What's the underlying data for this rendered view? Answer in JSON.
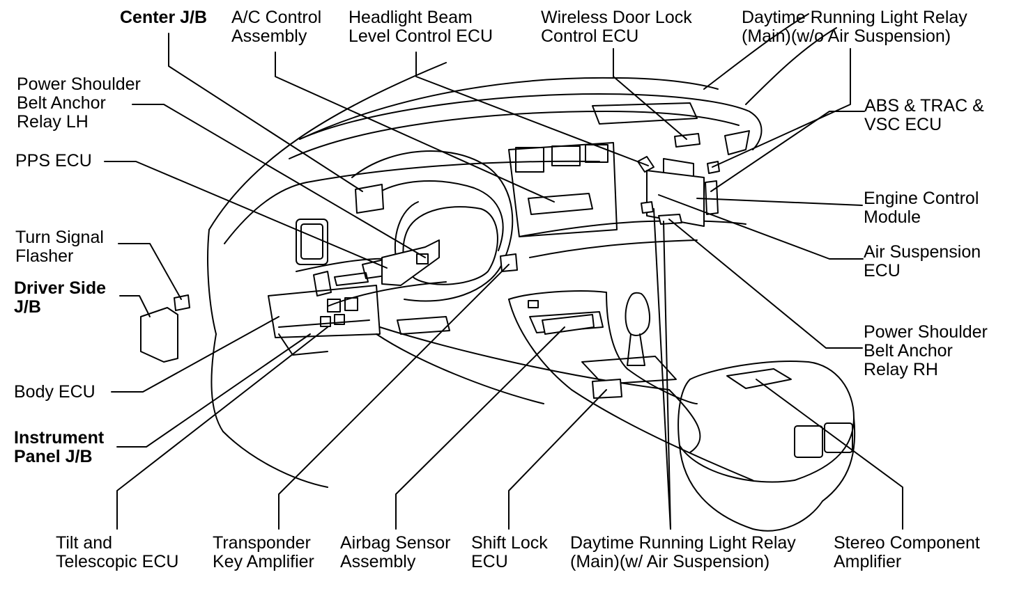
{
  "labels": {
    "center_jb": [
      "Center J/B"
    ],
    "ac_control": [
      "A/C Control",
      "Assembly"
    ],
    "headlight_ecu": [
      "Headlight Beam",
      "Level Control ECU"
    ],
    "wireless_door_lock": [
      "Wireless Door Lock",
      "Control ECU"
    ],
    "drl_relay_wo_air": [
      "Daytime Running Light Relay",
      "(Main)(w/o Air Suspension)"
    ],
    "psba_relay_lh": [
      "Power Shoulder",
      "Belt Anchor",
      "Relay LH"
    ],
    "abs_trac_vsc": [
      "ABS & TRAC &",
      "VSC ECU"
    ],
    "pps_ecu": [
      "PPS ECU"
    ],
    "engine_control_module": [
      "Engine Control",
      "Module"
    ],
    "turn_signal_flasher": [
      "Turn Signal",
      "Flasher"
    ],
    "air_suspension_ecu": [
      "Air Suspension",
      "ECU"
    ],
    "driver_side_jb": [
      "Driver Side",
      "J/B"
    ],
    "psba_relay_rh": [
      "Power Shoulder",
      "Belt Anchor",
      "Relay RH"
    ],
    "body_ecu": [
      "Body ECU"
    ],
    "instrument_panel_jb": [
      "Instrument",
      "Panel J/B"
    ],
    "tilt_telescopic_ecu": [
      "Tilt and",
      "Telescopic ECU"
    ],
    "transponder_key_amp": [
      "Transponder",
      "Key Amplifier"
    ],
    "airbag_sensor": [
      "Airbag Sensor",
      "Assembly"
    ],
    "shift_lock_ecu": [
      "Shift Lock",
      "ECU"
    ],
    "drl_relay_w_air": [
      "Daytime Running Light Relay",
      "(Main)(w/ Air Suspension)"
    ],
    "stereo_amp": [
      "Stereo Component",
      "Amplifier"
    ]
  },
  "colors": {
    "ink": "#000000",
    "background": "#ffffff"
  }
}
